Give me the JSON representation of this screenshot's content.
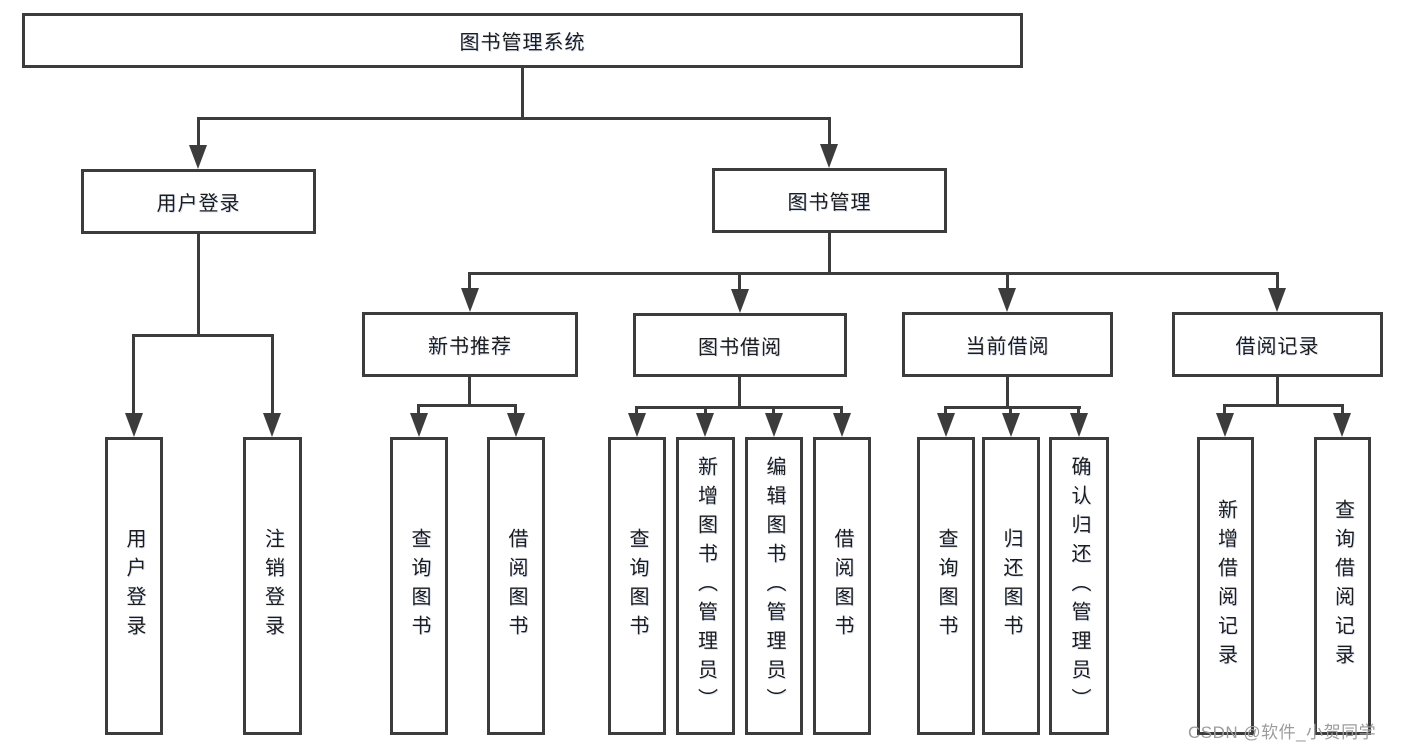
{
  "diagram": {
    "watermark_text": "CSDN @软件_小贺同学",
    "colors": {
      "line": "#3c3c3c",
      "text": "#1c1c1c",
      "watermark": "#9c9c9c",
      "background": "#ffffff"
    },
    "nodes": {
      "root": "图书管理系统",
      "user_login": "用户登录",
      "book_mgmt": "图书管理",
      "recommend": "新书推荐",
      "borrow": "图书借阅",
      "current": "当前借阅",
      "records": "借阅记录",
      "user_children": [
        "用户登录",
        "注销登录"
      ],
      "recommend_children": [
        "查询图书",
        "借阅图书"
      ],
      "borrow_children": [
        "查询图书",
        "新增图书（管理员）",
        "编辑图书（管理员）",
        "借阅图书"
      ],
      "current_children": [
        "查询图书",
        "归还图书",
        "确认归还（管理员）"
      ],
      "records_children": [
        "新增借阅记录",
        "查询借阅记录"
      ]
    }
  }
}
